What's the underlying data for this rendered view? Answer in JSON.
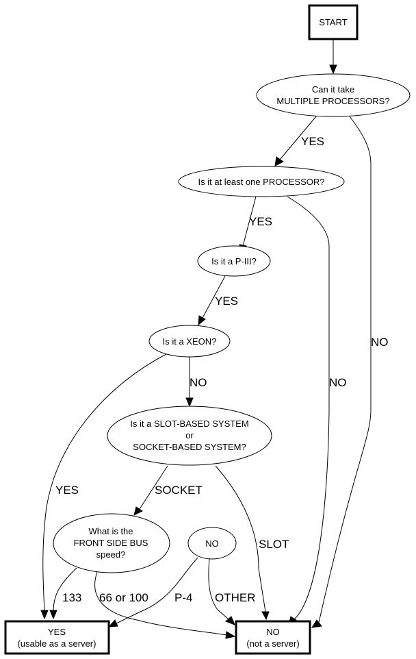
{
  "diagram": {
    "type": "flowchart",
    "nodes": {
      "start": {
        "shape": "box",
        "lines": [
          "START"
        ]
      },
      "multi": {
        "shape": "ellipse",
        "lines": [
          "Can it take",
          "MULTIPLE PROCESSORS?"
        ]
      },
      "one_proc": {
        "shape": "ellipse",
        "lines": [
          "Is it at least one PROCESSOR?"
        ]
      },
      "p3": {
        "shape": "ellipse",
        "lines": [
          "Is it a P-III?"
        ]
      },
      "xeon": {
        "shape": "ellipse",
        "lines": [
          "Is it a XEON?"
        ]
      },
      "slot_socket": {
        "shape": "ellipse",
        "lines": [
          "Is it a SLOT-BASED SYSTEM",
          "or",
          "SOCKET-BASED SYSTEM?"
        ]
      },
      "fsb": {
        "shape": "ellipse",
        "lines": [
          "What is the",
          "FRONT SIDE BUS",
          "speed?"
        ]
      },
      "no_mid": {
        "shape": "ellipse",
        "lines": [
          "NO"
        ]
      },
      "yes_end": {
        "shape": "box",
        "lines": [
          "YES",
          "(usable as a server)"
        ]
      },
      "no_end": {
        "shape": "box",
        "lines": [
          "NO",
          "(not a server)"
        ]
      }
    },
    "edges": [
      {
        "from": "start",
        "to": "multi",
        "label": ""
      },
      {
        "from": "multi",
        "to": "one_proc",
        "label": "YES"
      },
      {
        "from": "multi",
        "to": "no_end",
        "label": "NO"
      },
      {
        "from": "one_proc",
        "to": "p3",
        "label": "YES"
      },
      {
        "from": "one_proc",
        "to": "no_end",
        "label": "NO"
      },
      {
        "from": "p3",
        "to": "xeon",
        "label": "YES"
      },
      {
        "from": "xeon",
        "to": "slot_socket",
        "label": "NO"
      },
      {
        "from": "xeon",
        "to": "yes_end",
        "label": "YES"
      },
      {
        "from": "slot_socket",
        "to": "fsb",
        "label": "SOCKET"
      },
      {
        "from": "slot_socket",
        "to": "no_end",
        "label": "SLOT"
      },
      {
        "from": "fsb",
        "to": "yes_end",
        "label": "133"
      },
      {
        "from": "fsb",
        "to": "no_end",
        "label": "66 or 100"
      },
      {
        "from": "no_mid",
        "to": "yes_end",
        "label": "P-4"
      },
      {
        "from": "no_mid",
        "to": "no_end",
        "label": "OTHER"
      }
    ]
  }
}
